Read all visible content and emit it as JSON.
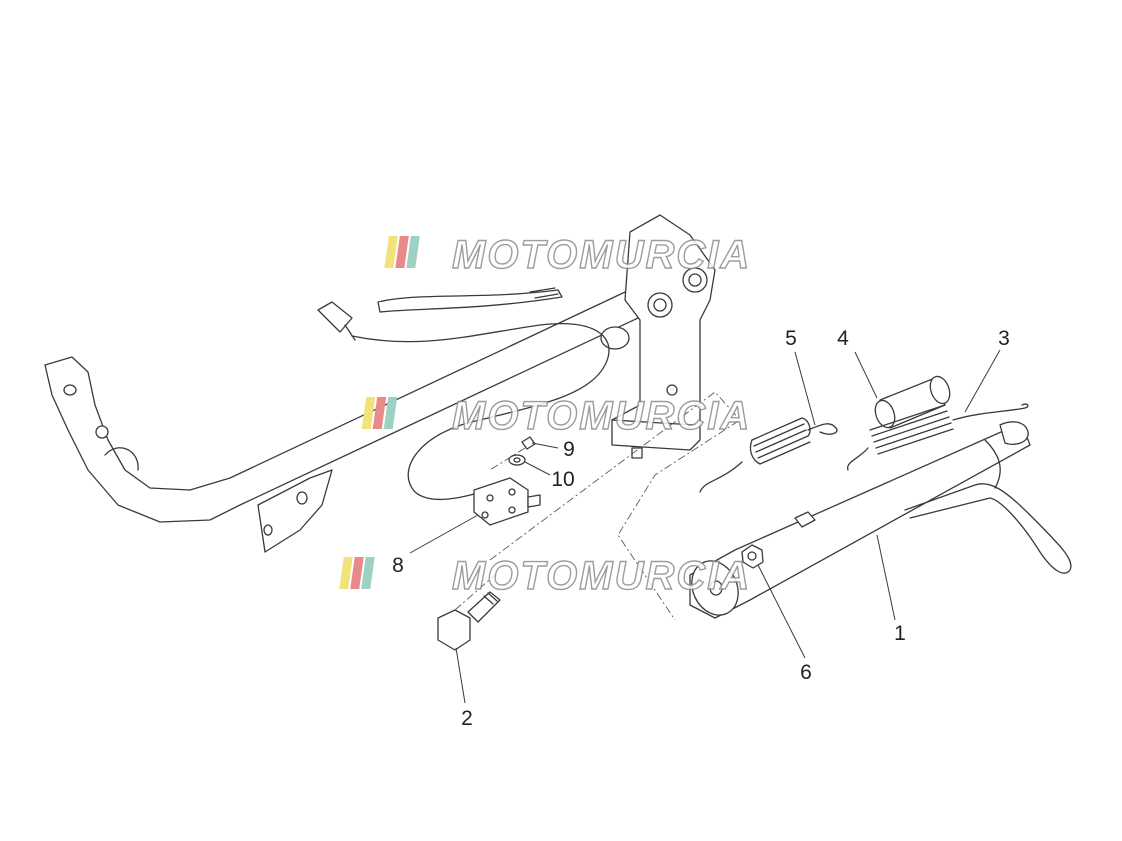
{
  "callouts": [
    {
      "id": "1",
      "label": "1"
    },
    {
      "id": "2",
      "label": "2"
    },
    {
      "id": "3",
      "label": "3"
    },
    {
      "id": "4",
      "label": "4"
    },
    {
      "id": "5",
      "label": "5"
    },
    {
      "id": "6",
      "label": "6"
    },
    {
      "id": "8",
      "label": "8"
    },
    {
      "id": "9",
      "label": "9"
    },
    {
      "id": "10",
      "label": "10"
    }
  ],
  "watermark": {
    "text": "MOTOMURCIA",
    "colors": {
      "yellow": "#f3e27a",
      "red": "#e88a8a",
      "teal": "#9fd0c4"
    }
  }
}
